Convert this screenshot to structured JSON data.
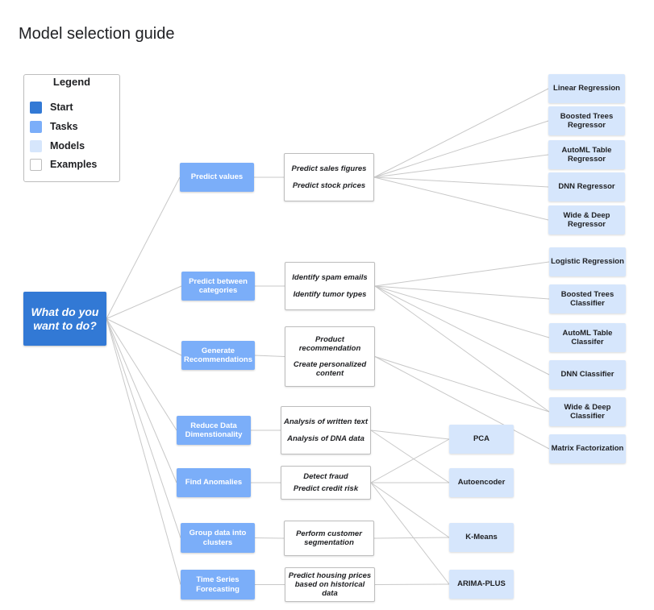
{
  "title": "Model selection guide",
  "colors": {
    "start": "#3279d5",
    "task": "#7baef9",
    "model": "#d6e6fc",
    "example": "#ffffff",
    "edge": "#c8c8c8"
  },
  "legend": {
    "title": "Legend",
    "items": [
      {
        "label": "Start",
        "kind": "start"
      },
      {
        "label": "Tasks",
        "kind": "task"
      },
      {
        "label": "Models",
        "kind": "model"
      },
      {
        "label": "Examples",
        "kind": "example"
      }
    ]
  },
  "start": {
    "label": "What do you want to do?"
  },
  "tasks": [
    {
      "id": "t1",
      "label": "Predict values"
    },
    {
      "id": "t2",
      "label": "Predict between categories"
    },
    {
      "id": "t3",
      "label": "Generate Recommendations"
    },
    {
      "id": "t4",
      "label": "Reduce Data Dimenstionality"
    },
    {
      "id": "t5",
      "label": "Find Anomalies"
    },
    {
      "id": "t6",
      "label": "Group data into clusters"
    },
    {
      "id": "t7",
      "label": "Time Series Forecasting"
    }
  ],
  "examples": [
    {
      "id": "e1",
      "lines": [
        "Predict sales figures",
        "Predict stock prices"
      ]
    },
    {
      "id": "e2",
      "lines": [
        "Identify spam emails",
        "Identify tumor types"
      ]
    },
    {
      "id": "e3",
      "lines": [
        "Product recommendation",
        "Create personalized content"
      ]
    },
    {
      "id": "e4",
      "lines": [
        "Analysis of written text",
        "Analysis of DNA data"
      ]
    },
    {
      "id": "e5",
      "lines": [
        "Detect fraud",
        "Predict credit risk"
      ]
    },
    {
      "id": "e6",
      "lines": [
        "Perform customer segmentation"
      ]
    },
    {
      "id": "e7",
      "lines": [
        "Predict housing prices based on historical data"
      ]
    }
  ],
  "models": [
    {
      "id": "m1",
      "label": "Linear Regression"
    },
    {
      "id": "m2",
      "label": "Boosted Trees Regressor"
    },
    {
      "id": "m3",
      "label": "AutoML Table Regressor"
    },
    {
      "id": "m4",
      "label": "DNN Regressor"
    },
    {
      "id": "m5",
      "label": "Wide & Deep Regressor"
    },
    {
      "id": "m6",
      "label": "Logistic Regression"
    },
    {
      "id": "m7",
      "label": "Boosted Trees Classifier"
    },
    {
      "id": "m8",
      "label": "AutoML Table Classifer"
    },
    {
      "id": "m9",
      "label": "DNN Classifier"
    },
    {
      "id": "m10",
      "label": "Wide & Deep Classifier"
    },
    {
      "id": "m11",
      "label": "Matrix Factorization"
    },
    {
      "id": "m12",
      "label": "PCA"
    },
    {
      "id": "m13",
      "label": "Autoencoder"
    },
    {
      "id": "m14",
      "label": "K-Means"
    },
    {
      "id": "m15",
      "label": "ARIMA-PLUS"
    }
  ],
  "edges": [
    [
      "start",
      "t1"
    ],
    [
      "start",
      "t2"
    ],
    [
      "start",
      "t3"
    ],
    [
      "start",
      "t4"
    ],
    [
      "start",
      "t5"
    ],
    [
      "start",
      "t6"
    ],
    [
      "start",
      "t7"
    ],
    [
      "t1",
      "e1"
    ],
    [
      "t2",
      "e2"
    ],
    [
      "t3",
      "e3"
    ],
    [
      "t4",
      "e4"
    ],
    [
      "t5",
      "e5"
    ],
    [
      "t6",
      "e6"
    ],
    [
      "t7",
      "e7"
    ],
    [
      "e1",
      "m1"
    ],
    [
      "e1",
      "m2"
    ],
    [
      "e1",
      "m3"
    ],
    [
      "e1",
      "m4"
    ],
    [
      "e1",
      "m5"
    ],
    [
      "e2",
      "m6"
    ],
    [
      "e2",
      "m7"
    ],
    [
      "e2",
      "m8"
    ],
    [
      "e2",
      "m9"
    ],
    [
      "e2",
      "m10"
    ],
    [
      "e3",
      "m10"
    ],
    [
      "e3",
      "m11"
    ],
    [
      "e4",
      "m12"
    ],
    [
      "e4",
      "m13"
    ],
    [
      "e5",
      "m12"
    ],
    [
      "e5",
      "m13"
    ],
    [
      "e5",
      "m14"
    ],
    [
      "e5",
      "m15"
    ],
    [
      "e6",
      "m14"
    ],
    [
      "e7",
      "m15"
    ]
  ]
}
